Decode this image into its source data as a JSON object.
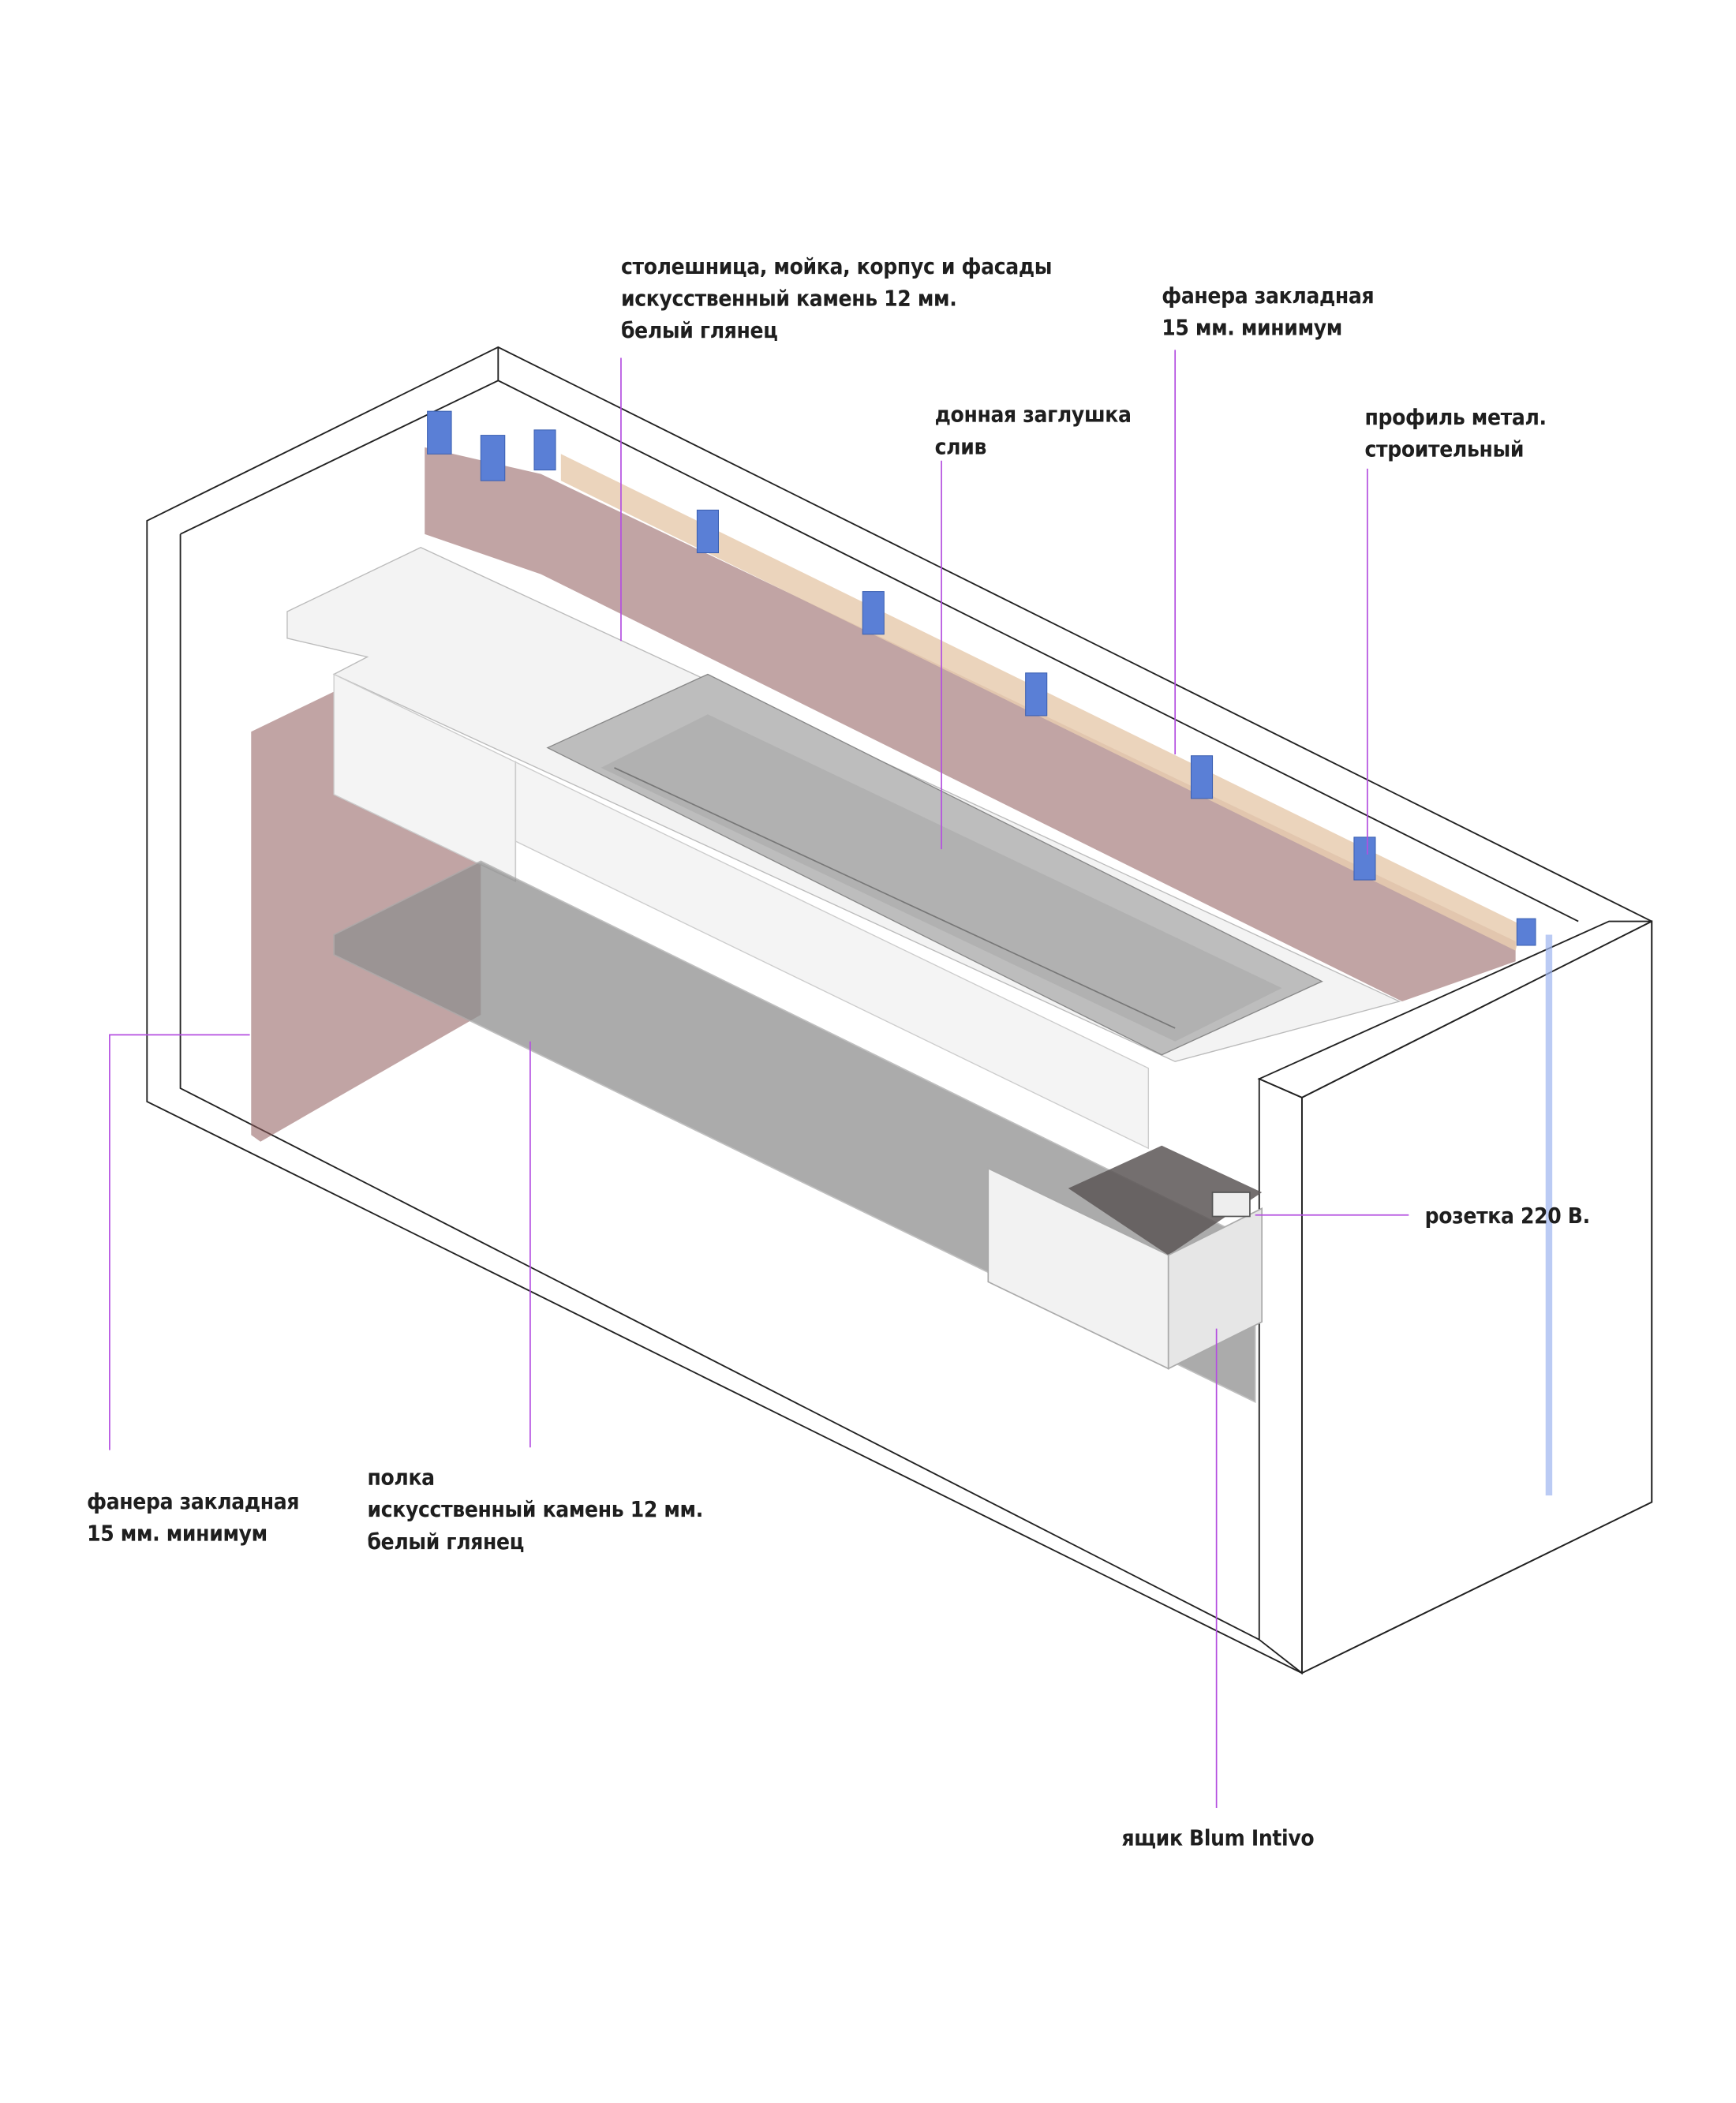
{
  "title": "Барная стойка — узлы и материалы",
  "colors": {
    "leader": "#b44fe0",
    "plywood": "#8e5a5a",
    "profile": "#5a7fd6",
    "stone": "#f3f3f3"
  },
  "labels": {
    "countertop": {
      "lines": [
        "столешница, мойка, корпус и фасады",
        "искусственный камень 12 мм.",
        "белый глянец"
      ]
    },
    "plywood_top": {
      "lines": [
        "фанера закладная",
        "15 мм. минимум"
      ]
    },
    "drain": {
      "lines": [
        "донная заглушка",
        "слив"
      ]
    },
    "profile": {
      "lines": [
        "профиль метал.",
        "строительный"
      ]
    },
    "socket": {
      "lines": [
        "розетка 220 В."
      ]
    },
    "plywood_left": {
      "lines": [
        "фанера закладная",
        "15 мм. минимум"
      ]
    },
    "shelf": {
      "lines": [
        "полка",
        "искусственный камень 12 мм.",
        "белый глянец"
      ]
    },
    "drawer": {
      "lines": [
        "ящик Blum Intivo"
      ]
    }
  }
}
